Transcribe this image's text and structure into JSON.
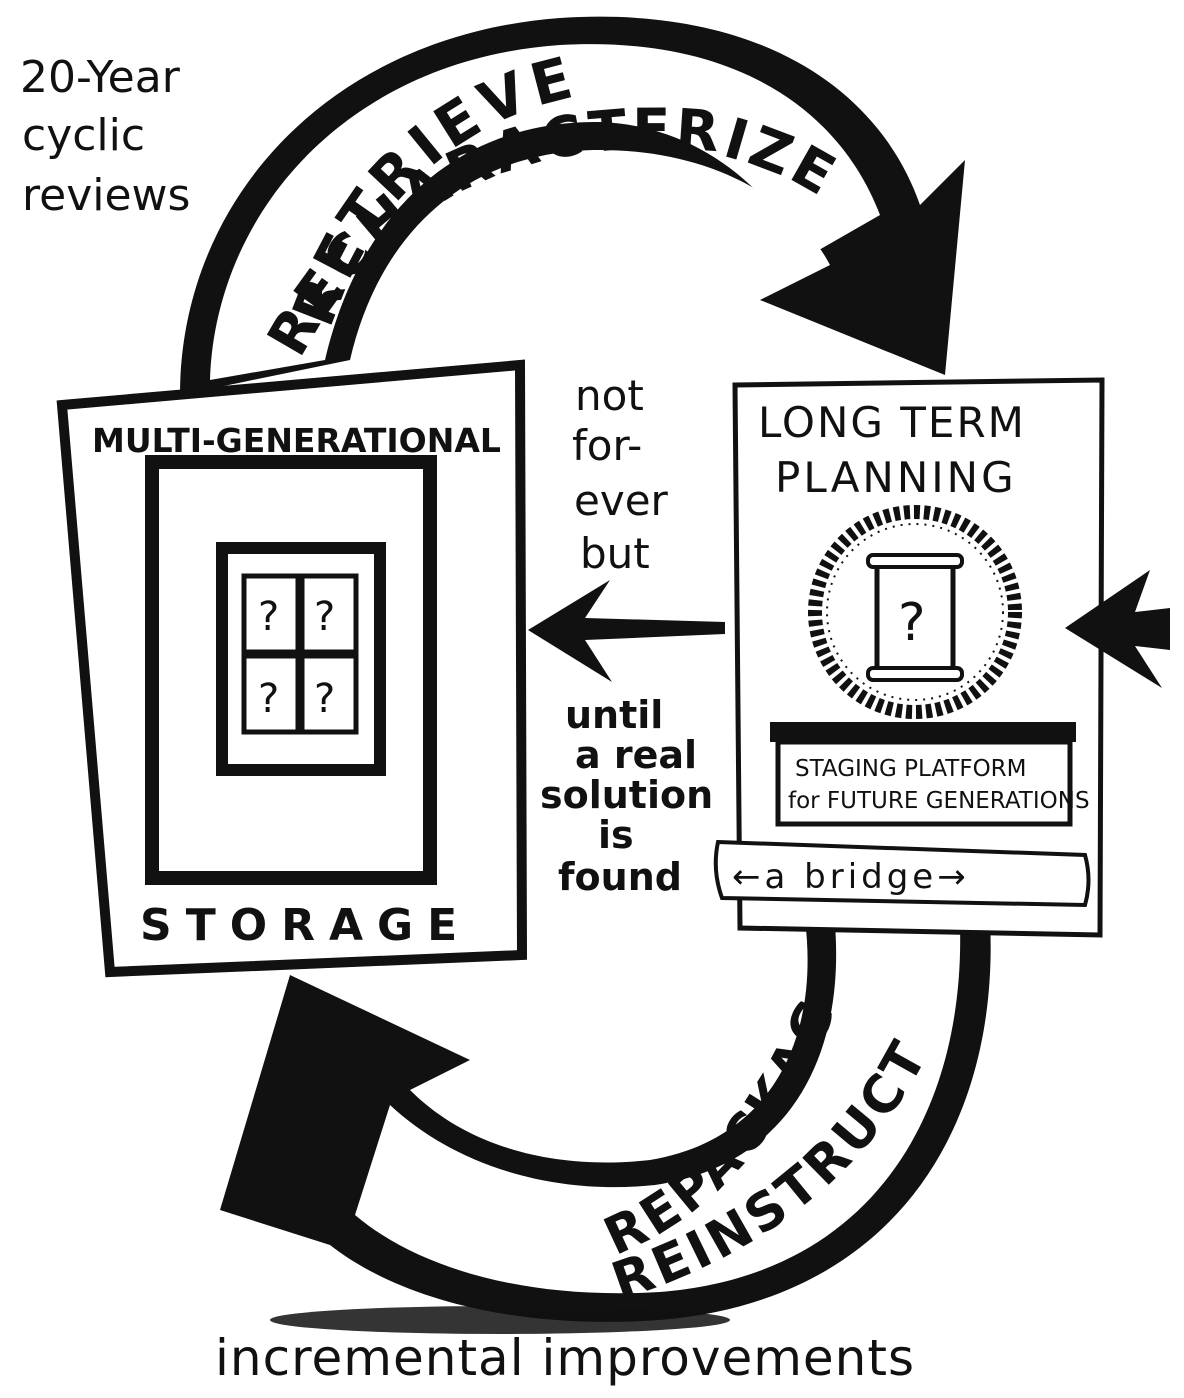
{
  "corner_note": [
    "20-Year",
    "cyclic",
    "reviews"
  ],
  "top_arrow": {
    "line1": "RETRIEVE",
    "line2": "RECHARACTERIZE"
  },
  "bottom_arrow": {
    "line1": "REPACKAGE",
    "line2": "REINSTRUCT"
  },
  "storage": {
    "top_label": "MULTI-GENERATIONAL",
    "bottom_label": "STORAGE",
    "cell_symbol": "?"
  },
  "planning": {
    "title_line1": "LONG TERM",
    "title_line2": "PLANNING",
    "scroll_symbol": "?",
    "platform_line1": "STAGING PLATFORM",
    "platform_line2": "for FUTURE GENERATIONS",
    "bridge_label": "←a bridge→"
  },
  "middle_note_top": [
    "not",
    "for-",
    "ever",
    "but"
  ],
  "middle_note_bottom": [
    "until",
    "a real",
    "solution",
    "is",
    "found"
  ],
  "footer": "incremental improvements"
}
